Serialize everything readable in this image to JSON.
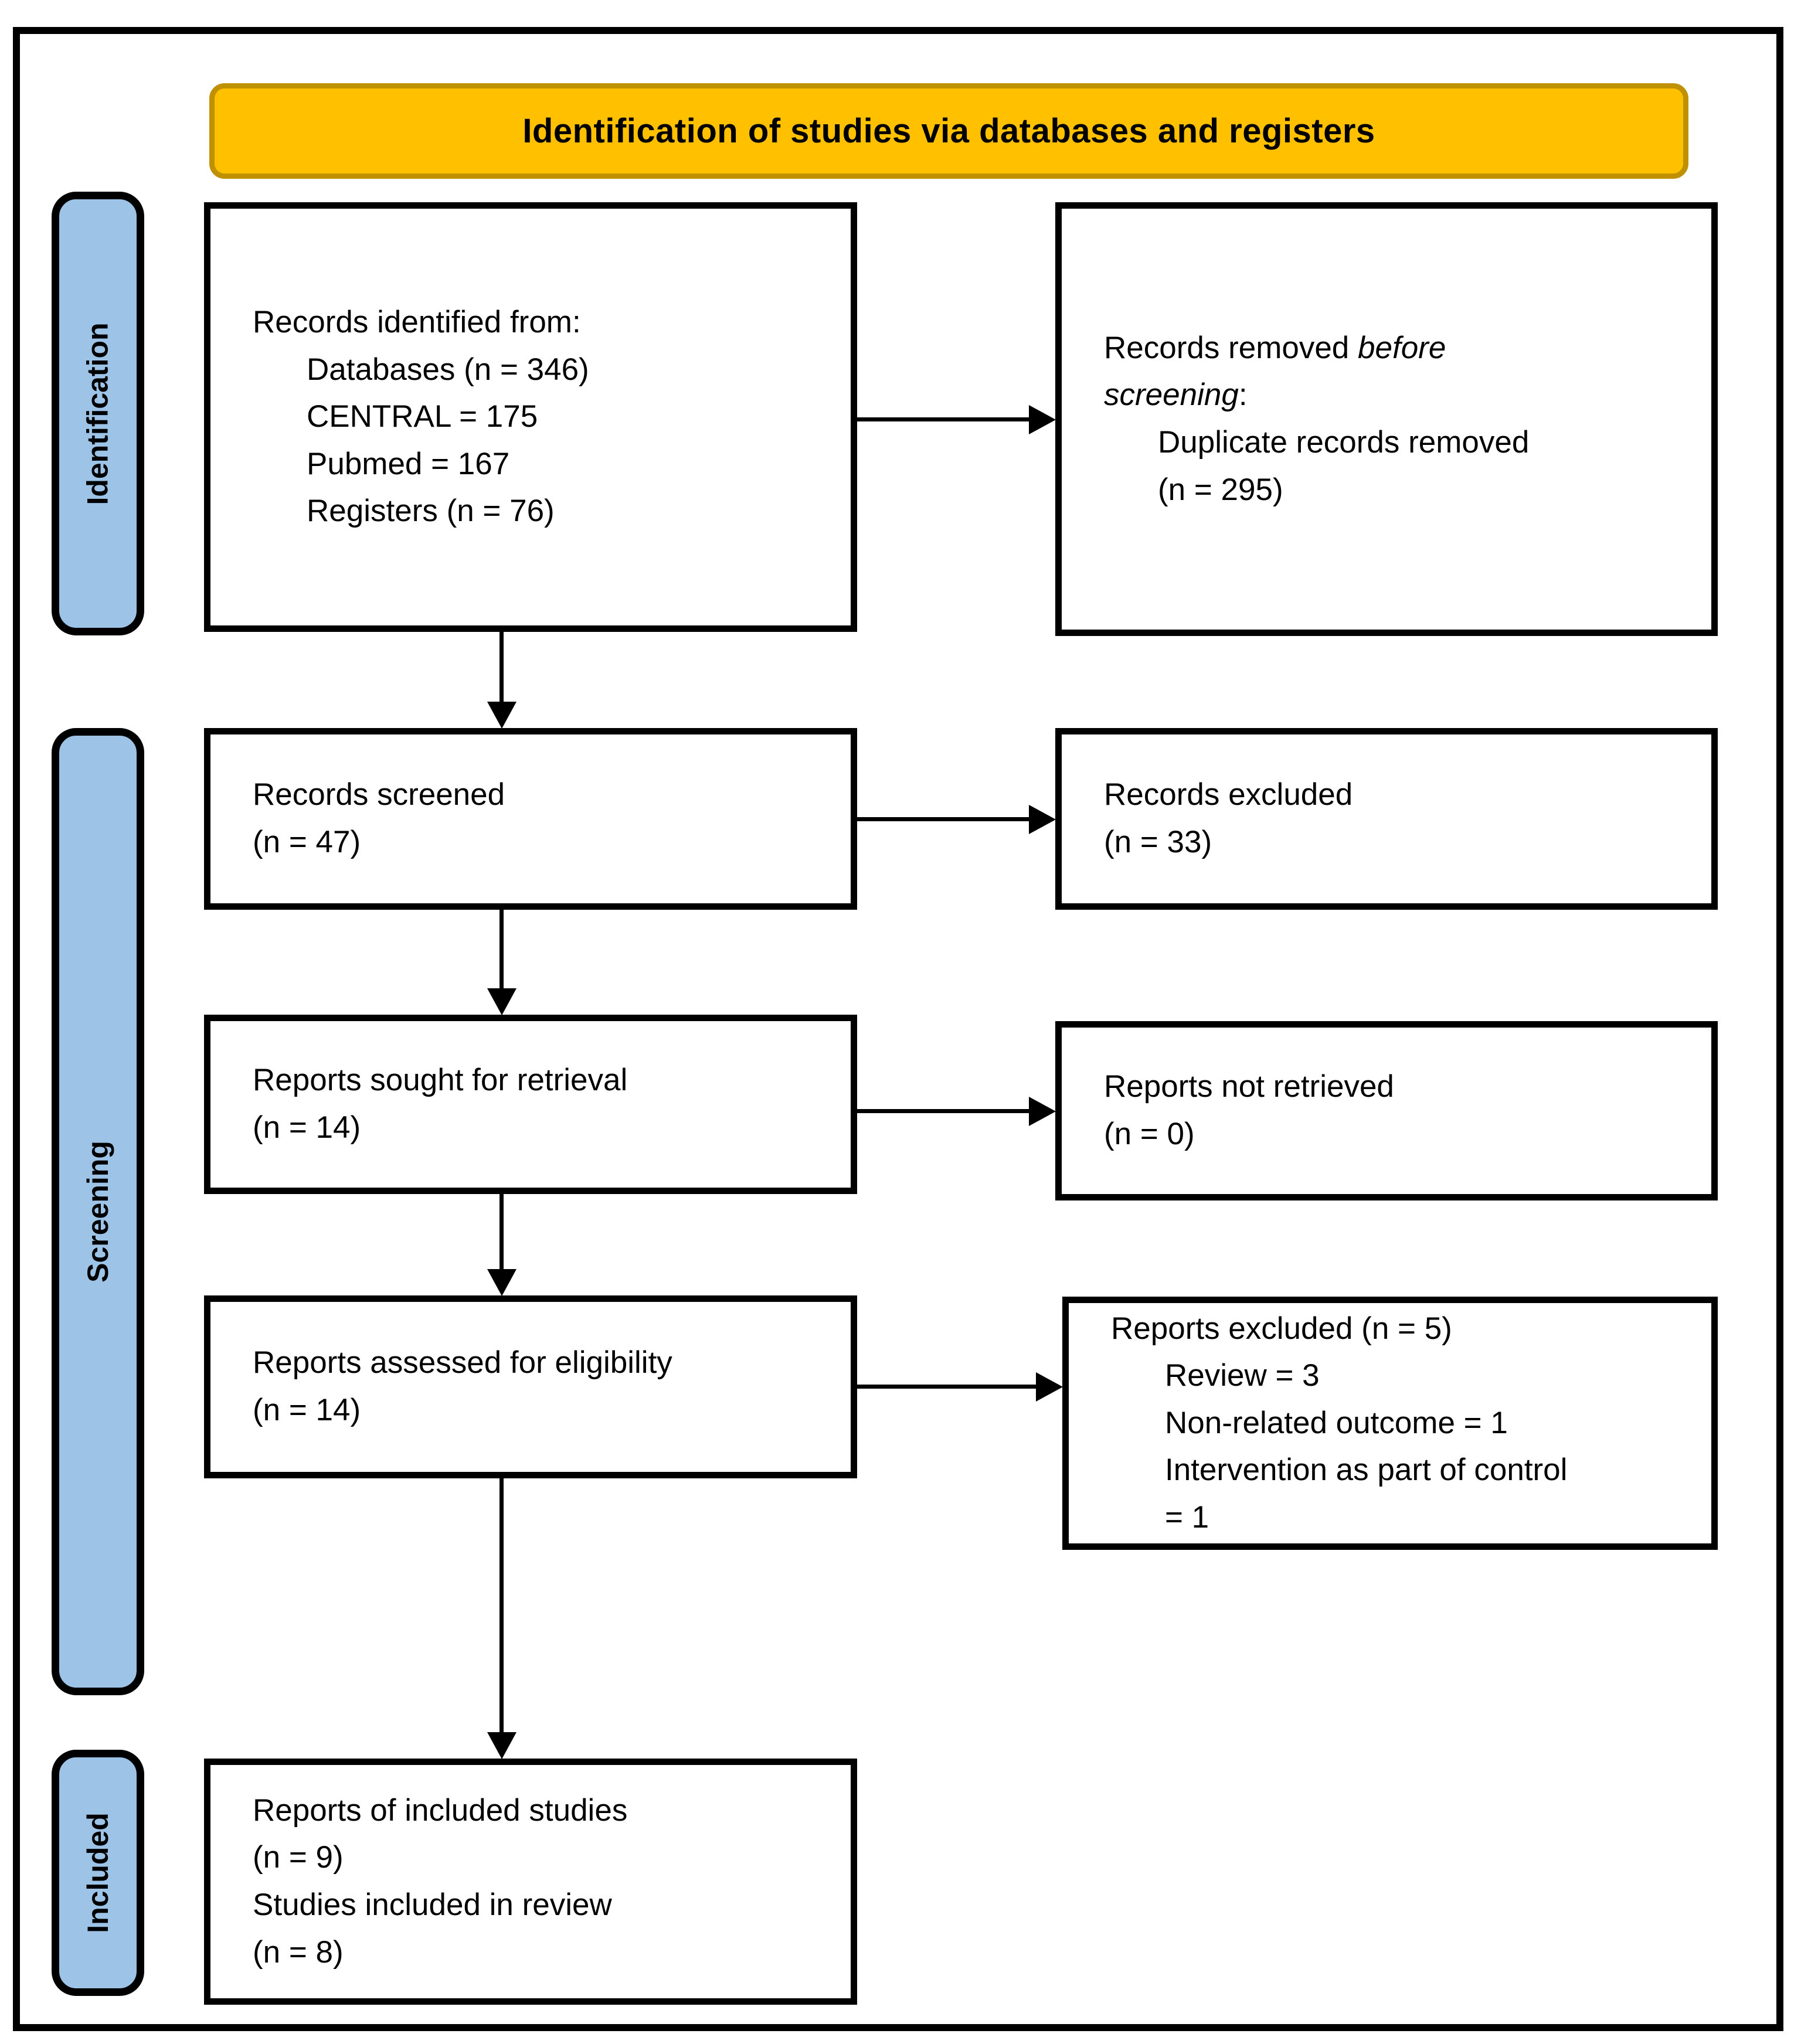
{
  "banner": {
    "title": "Identification of studies via databases and registers"
  },
  "sidebar": {
    "stages": [
      {
        "label": "Identification"
      },
      {
        "label": "Screening"
      },
      {
        "label": "Included"
      }
    ]
  },
  "colors": {
    "banner_fill": "#FFC000",
    "banner_border": "#BF9000",
    "stage_fill": "#9DC3E6",
    "line_color": "#000000"
  },
  "boxes": {
    "identified": {
      "lines": [
        "Records identified from:",
        "Databases (n = 346)",
        "CENTRAL = 175",
        "Pubmed = 167",
        "Registers (n = 76)"
      ]
    },
    "removed": {
      "l1_normal": "Records removed ",
      "l1_italic": "before",
      "l2_italic": "screening",
      "l2_normal": ":",
      "lines": [
        "Duplicate records removed",
        "(n = 295)"
      ]
    },
    "screened": {
      "lines": [
        "Records screened",
        "(n = 47)"
      ]
    },
    "records_excluded": {
      "lines": [
        "Records excluded",
        "(n = 33)"
      ]
    },
    "sought": {
      "lines": [
        "Reports sought for retrieval",
        "(n = 14)"
      ]
    },
    "not_retrieved": {
      "lines": [
        "Reports not retrieved",
        "(n = 0)"
      ]
    },
    "assessed": {
      "lines": [
        "Reports assessed for eligibility",
        "(n = 14)"
      ]
    },
    "reports_excluded": {
      "lines": [
        "Reports excluded (n = 5)",
        "Review = 3",
        "Non-related outcome = 1",
        "Intervention as part of control",
        "= 1"
      ]
    },
    "included_studies": {
      "lines": [
        "Reports of included studies",
        "(n = 9)",
        "Studies included in review",
        "(n = 8)"
      ]
    }
  }
}
